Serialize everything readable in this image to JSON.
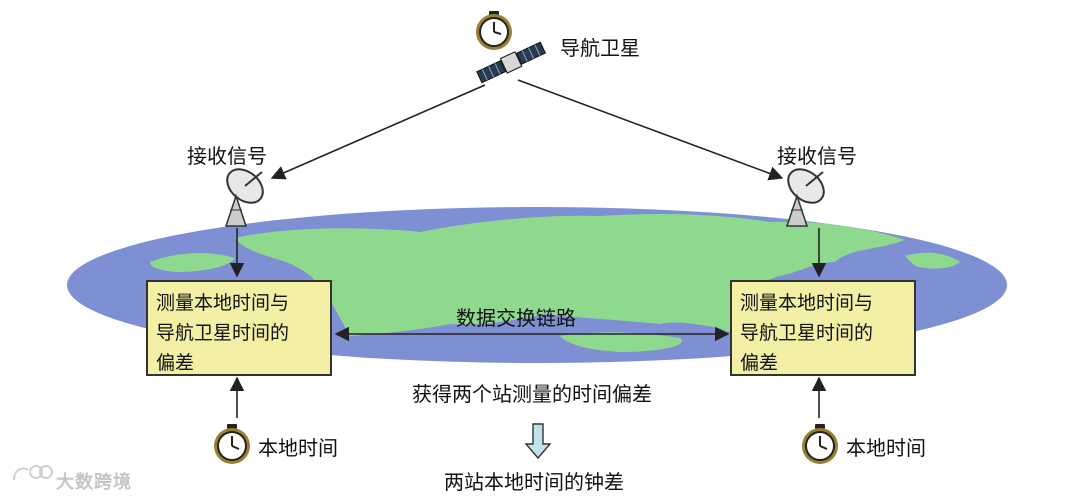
{
  "satellite": {
    "label": "导航卫星",
    "icon": "satellite-with-clock-icon"
  },
  "left_station": {
    "receive_label": "接收信号",
    "box_lines": [
      "测量本地时间与",
      "导航卫星时间的",
      "偏差"
    ],
    "local_time_label": "本地时间",
    "antenna_icon": "dish-antenna-icon",
    "clock_icon": "stopwatch-icon"
  },
  "right_station": {
    "receive_label": "接收信号",
    "box_lines": [
      "测量本地时间与",
      "导航卫星时间的",
      "偏差"
    ],
    "local_time_label": "本地时间",
    "antenna_icon": "dish-antenna-icon",
    "clock_icon": "stopwatch-icon"
  },
  "link_label": "数据交换链路",
  "result_label": "获得两个站测量的时间偏差",
  "final_label": "两站本地时间的钟差",
  "watermark": {
    "text": "大数跨境"
  },
  "colors": {
    "ocean": "#7f8fd4",
    "land": "#8fd98f",
    "box_fill": "#f3f0a6",
    "down_arrow": "#bfe3ea"
  }
}
